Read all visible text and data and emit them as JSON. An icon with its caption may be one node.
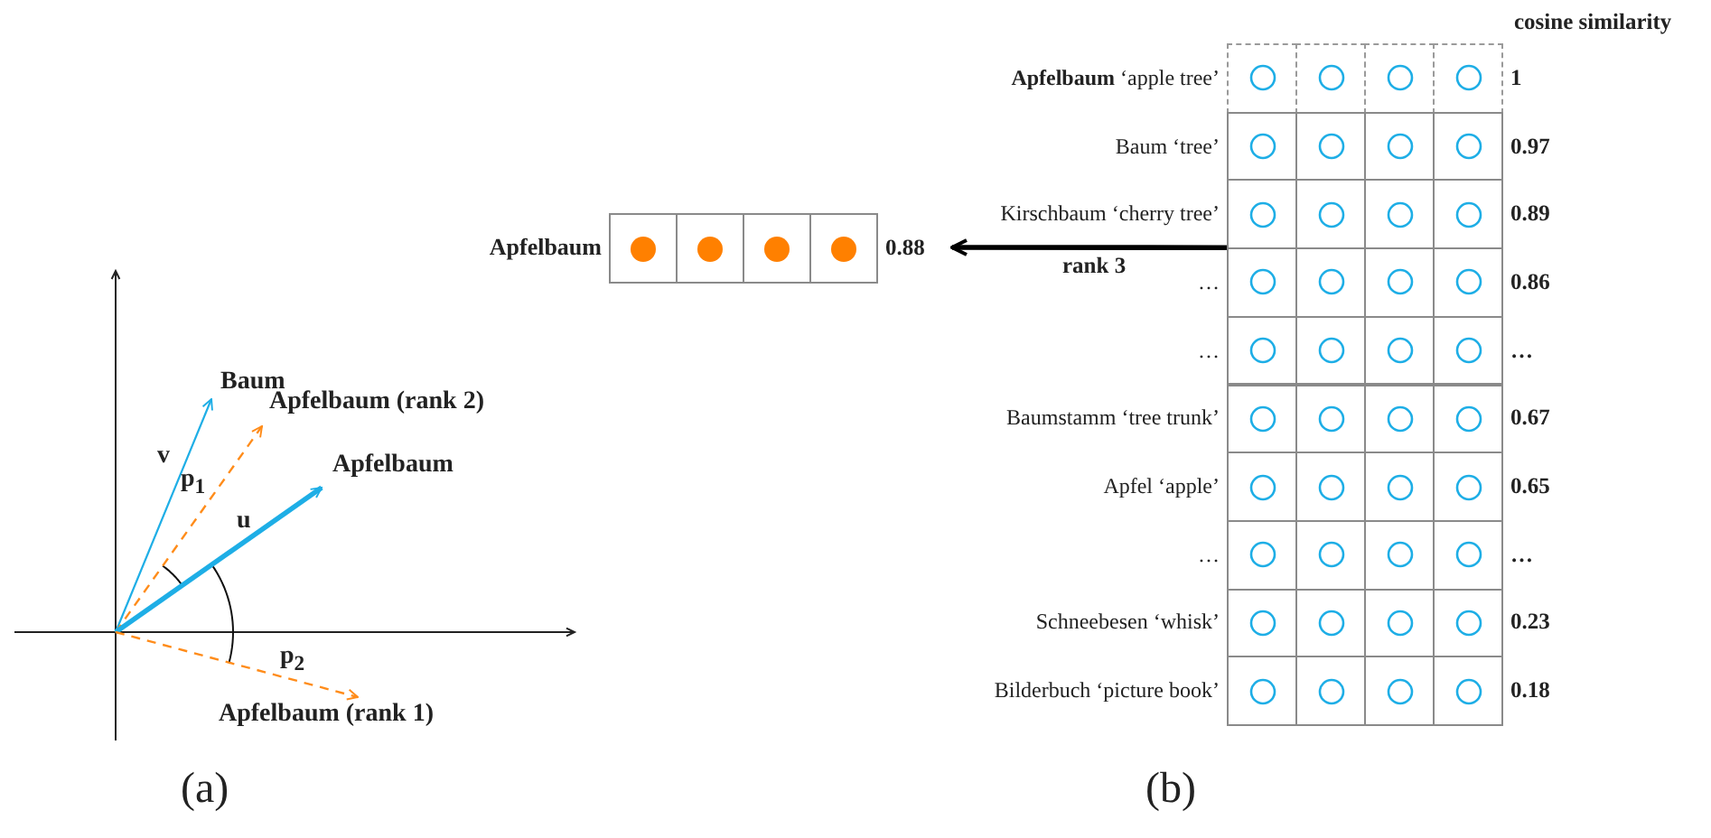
{
  "diagram": {
    "nodes": [
      {
        "text": [
          "Baum"
        ]
      },
      {
        "text": [
          "Apfelbaum (rank 2)"
        ]
      },
      {
        "text": [
          "Apfelbaum"
        ]
      },
      {
        "text": [
          "Apfelbaum (rank 1)"
        ]
      },
      {
        "text": [
          "Apfelbaum"
        ],
        "beside": [
          "0.88"
        ]
      },
      {
        "text": [
          "**Apfelbaum** ‘apple tree’"
        ],
        "beside": [
          "1"
        ]
      },
      {
        "text": [
          "Baum ‘tree’"
        ],
        "beside": [
          "0.97"
        ]
      },
      {
        "text": [
          "Kirschbaum ‘cherry tree’"
        ],
        "beside": [
          "0.89"
        ]
      },
      {
        "text": [
          "…"
        ],
        "beside": [
          "0.86"
        ]
      },
      {
        "text": [
          "…"
        ],
        "beside": [
          "…"
        ]
      },
      {
        "text": [
          "Baumstamm ‘tree trunk’"
        ],
        "beside": [
          "0.67"
        ]
      },
      {
        "text": [
          "Apfel ‘apple’"
        ],
        "beside": [
          "0.65"
        ]
      },
      {
        "text": [
          "…"
        ],
        "beside": [
          "…"
        ]
      },
      {
        "text": [
          "Schneebesen ‘whisk’"
        ],
        "beside": [
          "0.23"
        ]
      },
      {
        "text": [
          "Bilderbuch ‘picture book’"
        ],
        "beside": [
          "0.18"
        ]
      }
    ],
    "edges": [
      {
        "from": null,
        "to": 0,
        "arrow": "to",
        "label": "v"
      },
      {
        "from": null,
        "to": 1,
        "arrow": "to",
        "label": "p$_{1}$",
        "style": "dashed",
        "color": "#ff8c1a"
      },
      {
        "from": null,
        "to": 2,
        "arrow": "to",
        "label": "u",
        "style": "thick"
      },
      {
        "from": null,
        "to": 3,
        "arrow": "to",
        "label": "p$_{2}$",
        "style": "dashed",
        "color": "#ff8c1a"
      },
      {
        "from": 8,
        "to": 4,
        "arrow": "to",
        "label": "rank 3",
        "style": "thick",
        "color": "#000000"
      }
    ],
    "labels": [
      "cosine similarity",
      "(a)",
      "(b)"
    ]
  }
}
